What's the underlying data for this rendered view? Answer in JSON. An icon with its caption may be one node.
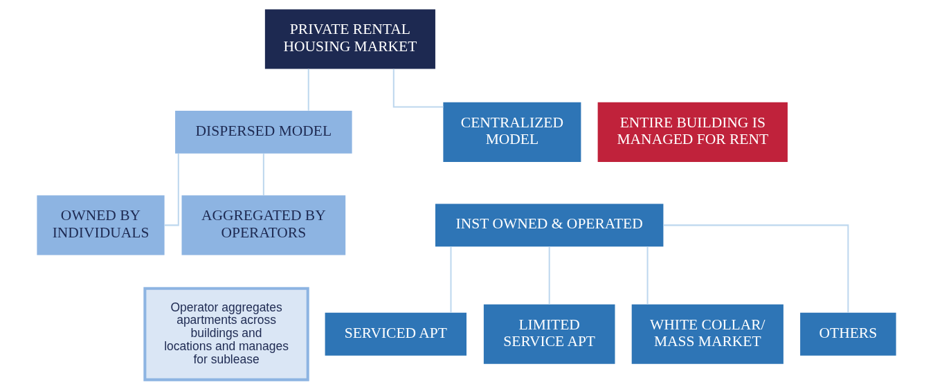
{
  "diagram": {
    "nodes": [
      {
        "text": [
          "PRIVATE RENTAL HOUSING MARKET"
        ]
      },
      {
        "text": [
          "DISPERSED MODEL"
        ]
      },
      {
        "text": [
          "CENTRALIZED MODEL"
        ]
      },
      {
        "text": [
          "ENTIRE BUILDING IS MANAGED FOR RENT"
        ]
      },
      {
        "text": [
          "OWNED BY INDIVIDUALS"
        ]
      },
      {
        "text": [
          "AGGREGATED BY OPERATORS"
        ]
      },
      {
        "text": [
          "Operator aggregates apartments across buildings and locations and manages for sublease"
        ]
      },
      {
        "text": [
          "INST OWNED & OPERATED"
        ]
      },
      {
        "text": [
          "SERVICED APT"
        ]
      },
      {
        "text": [
          "LIMITED SERVICE APT"
        ]
      },
      {
        "text": [
          "WHITE COLLAR/ MASS MARKET"
        ]
      },
      {
        "text": [
          "OTHERS"
        ]
      }
    ],
    "edges": [
      {
        "from": 0,
        "to": 1,
        "arrow": "none"
      },
      {
        "from": 0,
        "to": 2,
        "arrow": "none"
      },
      {
        "from": 1,
        "to": 4,
        "arrow": "none"
      },
      {
        "from": 1,
        "to": 5,
        "arrow": "none"
      },
      {
        "from": 7,
        "to": 8,
        "arrow": "none"
      },
      {
        "from": 7,
        "to": 9,
        "arrow": "none"
      },
      {
        "from": 7,
        "to": 10,
        "arrow": "none"
      },
      {
        "from": 7,
        "to": 11,
        "arrow": "none"
      }
    ]
  }
}
